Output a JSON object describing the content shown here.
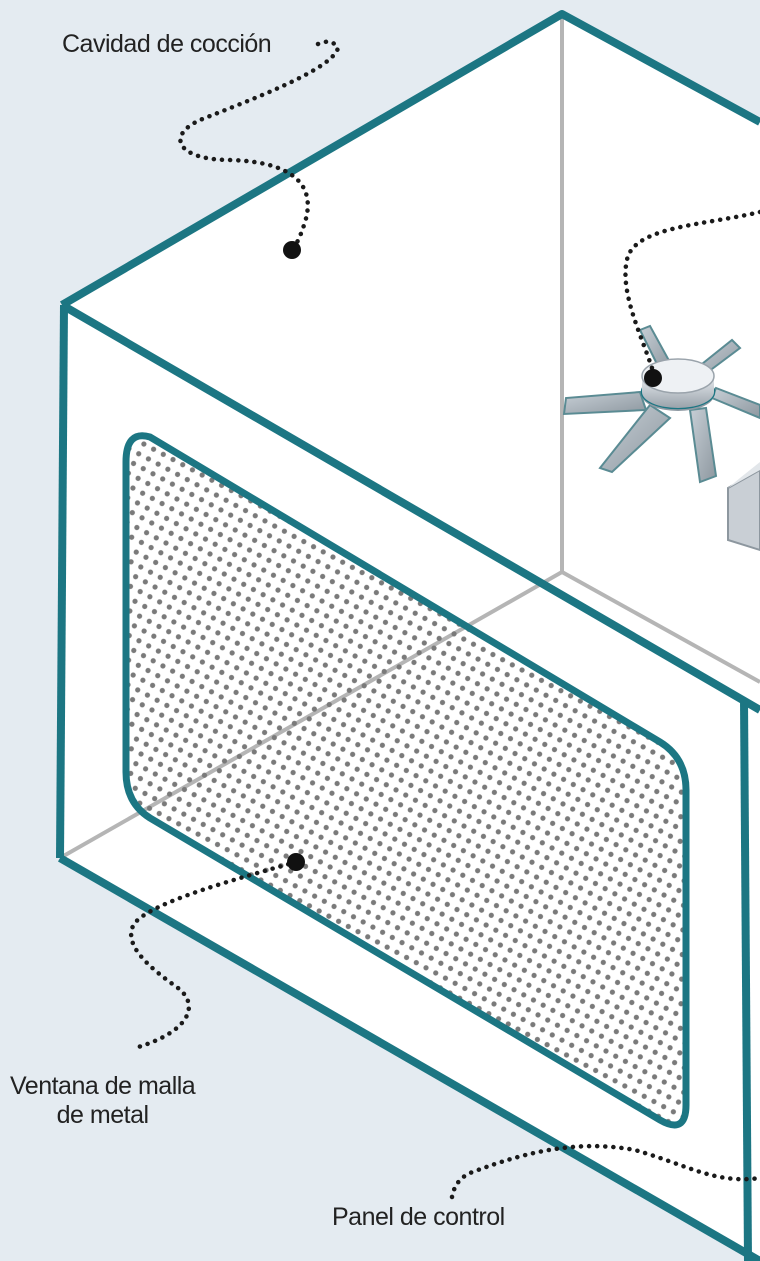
{
  "labels": {
    "cooking_cavity": "Cavidad de cocción",
    "mesh_window_line1": "Ventana de malla",
    "mesh_window_line2": "de metal",
    "control_panel": "Panel de control"
  },
  "colors": {
    "background": "#e4ebf1",
    "frame": "#1c7683",
    "inner_edge": "#b5b5b5",
    "mesh_dot": "#7a7a7a",
    "fan_metal": "#a9b1b8",
    "fan_hub_ring": "#1c7683",
    "leader_line": "#1a1a1a",
    "label_text": "#222222"
  },
  "icons": {
    "fan": "fan-icon",
    "leader_dot": "dot-marker-icon"
  }
}
